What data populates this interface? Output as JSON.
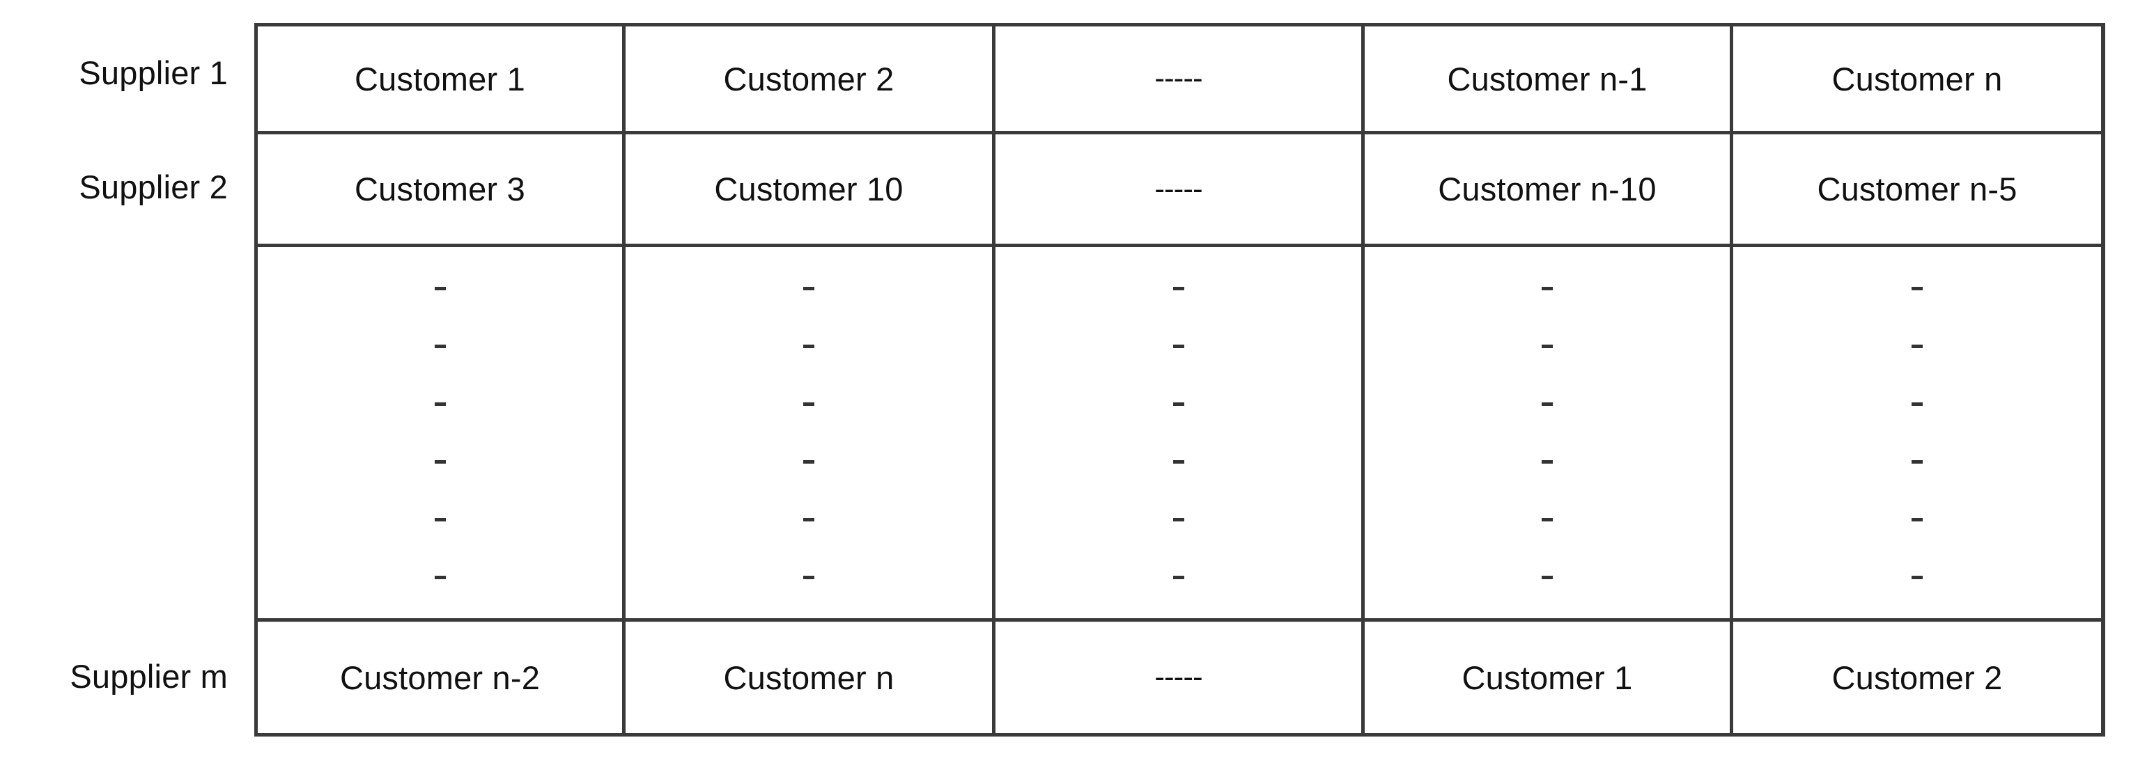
{
  "figure": {
    "type": "supplier-customer-assignment-matrix",
    "ellipsis_symbol": "-----",
    "vertical_dash": "-",
    "vertical_dash_count": 6,
    "border_color": "#3a3a3a",
    "text_color": "#111111",
    "background_color": "#ffffff"
  },
  "row_labels": [
    "Supplier 1",
    "Supplier 2",
    "",
    "Supplier m"
  ],
  "rows": [
    {
      "label": "Supplier 1",
      "kind": "data",
      "cells": [
        "Customer 1",
        "Customer 2",
        "-----",
        "Customer n-1",
        "Customer n"
      ]
    },
    {
      "label": "Supplier 2",
      "kind": "data",
      "cells": [
        "Customer 3",
        "Customer 10",
        "-----",
        "Customer n-10",
        "Customer n-5"
      ]
    },
    {
      "label": "",
      "kind": "continuation",
      "cells": [
        "-",
        "-",
        "-",
        "-",
        "-"
      ]
    },
    {
      "label": "Supplier m",
      "kind": "data",
      "cells": [
        "Customer n-2",
        "Customer n",
        "-----",
        "Customer 1",
        "Customer 2"
      ]
    }
  ]
}
